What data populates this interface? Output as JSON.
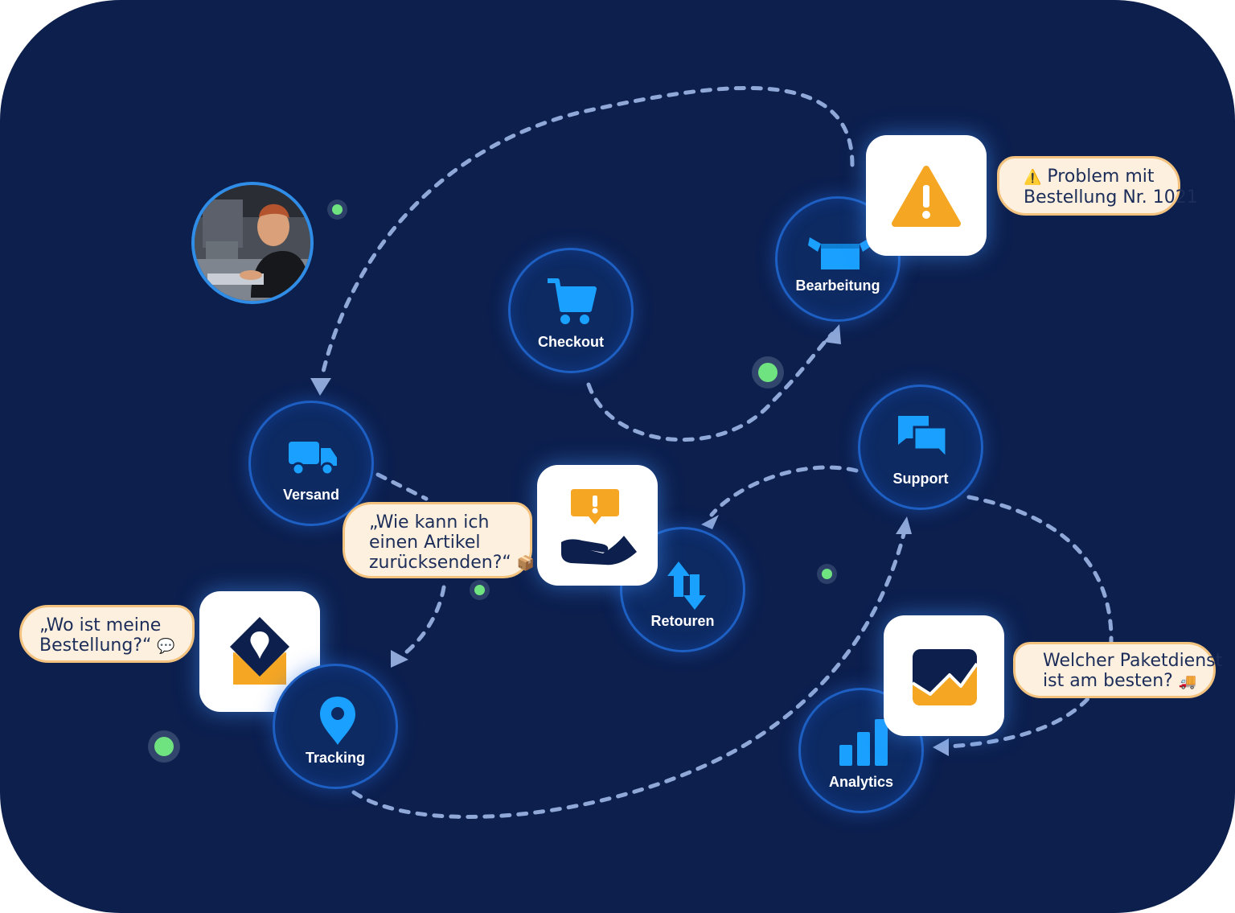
{
  "nodes": {
    "checkout": "Checkout",
    "bearbeitung": "Bearbeitung",
    "versand": "Versand",
    "support": "Support",
    "retouren": "Retouren",
    "tracking": "Tracking",
    "analytics": "Analytics"
  },
  "bubbles": {
    "problem": {
      "emoji": "⚠️",
      "line1": "Problem mit",
      "line2": "Bestellung Nr. 1021"
    },
    "return_question": {
      "line1": "„Wie kann ich",
      "line2": "einen Artikel",
      "line3": "zurücksenden?“",
      "emoji": "📦"
    },
    "where_order": {
      "line1": "„Wo ist meine",
      "line2": "Bestellung?“",
      "emoji": "💬"
    },
    "carrier": {
      "line1": "Welcher Paketdienst",
      "line2": "ist am besten?",
      "emoji": "🚚"
    }
  },
  "colors": {
    "background": "#0c1f4d",
    "node_fill": "#0d2a63",
    "node_border": "#1d5fc2",
    "icon_blue": "#1aa0ff",
    "warning_orange": "#f5a623",
    "bubble_fill": "#fdf0de",
    "bubble_border": "#f2c27e",
    "status_green": "#6fe37f",
    "connector": "#8fa8d8"
  },
  "icons": {
    "checkout": "shopping-cart-icon",
    "bearbeitung": "open-box-icon",
    "versand": "delivery-truck-icon",
    "support": "chat-bubbles-icon",
    "retouren": "swap-arrows-icon",
    "tracking": "location-pin-icon",
    "analytics": "bar-chart-icon",
    "warning_card": "warning-triangle-icon",
    "support_card": "hand-with-alert-icon",
    "mail_card": "envelope-pin-icon",
    "analytics_card": "trend-chart-icon"
  }
}
